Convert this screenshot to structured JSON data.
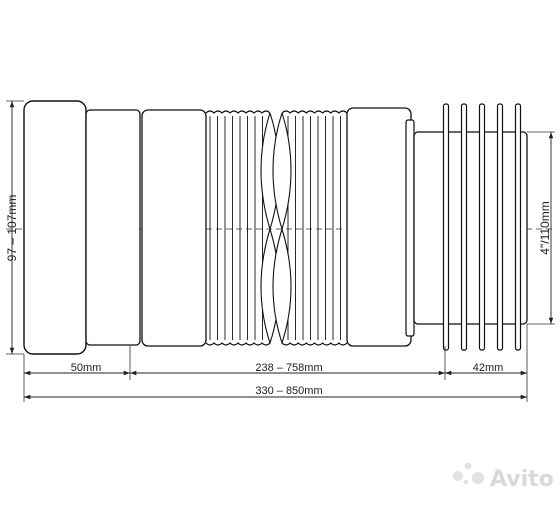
{
  "dimensions": {
    "inlet_diameter": "97 – 107mm",
    "outlet_diameter": "4\"/110mm",
    "socket_length": "50mm",
    "corrugated_length": "238 – 758mm",
    "outlet_length": "42mm",
    "total_length": "330 – 850mm"
  },
  "watermark": {
    "text": "Avito"
  }
}
